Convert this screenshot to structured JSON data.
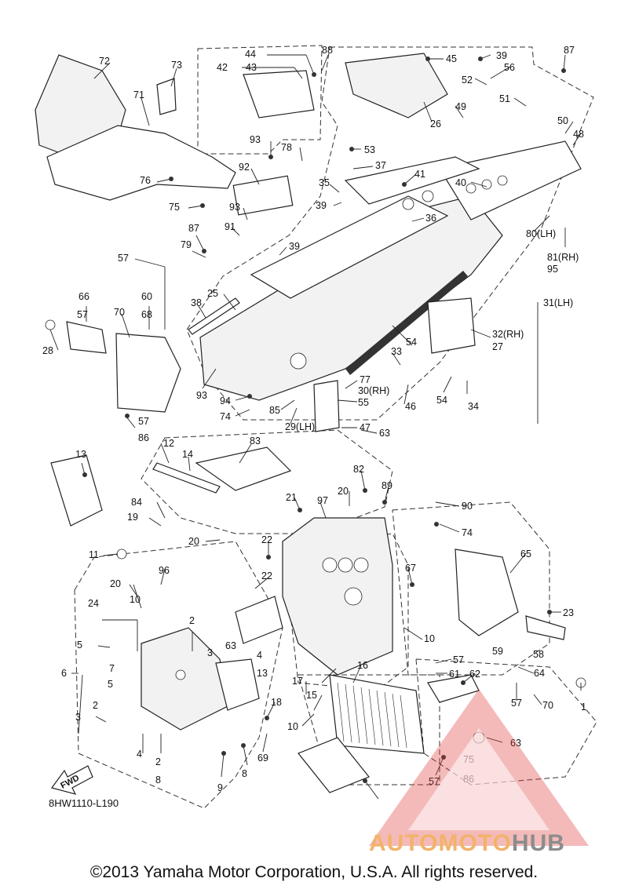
{
  "diagram": {
    "code": "8HW1110-L190",
    "copyright": "©2013 Yamaha Motor Corporation, U.S.A. All rights reserved.",
    "fwd_label": "FWD",
    "watermark": {
      "part1": "AUTOMOTO",
      "part2": "HUB",
      "color1": "#f2b36a",
      "color2": "#8c8c8c"
    },
    "callouts": [
      "72",
      "73",
      "71",
      "76",
      "75",
      "44",
      "42",
      "43",
      "88",
      "87",
      "45",
      "39",
      "56",
      "52",
      "26",
      "49",
      "51",
      "50",
      "48",
      "93",
      "78",
      "92",
      "53",
      "37",
      "41",
      "35",
      "39",
      "40",
      "36",
      "93",
      "91",
      "87",
      "79",
      "39",
      "80(LH)",
      "81(RH)",
      "95",
      "57",
      "66",
      "60",
      "57",
      "68",
      "70",
      "28",
      "38",
      "25",
      "31(LH)",
      "32(RH)",
      "27",
      "54",
      "33",
      "34",
      "54",
      "77",
      "93",
      "94",
      "74",
      "85",
      "29(LH)",
      "30(RH)",
      "55",
      "46",
      "47",
      "63",
      "57",
      "86",
      "13",
      "12",
      "14",
      "83",
      "82",
      "89",
      "90",
      "74",
      "84",
      "19",
      "20",
      "21",
      "97",
      "11",
      "96",
      "20",
      "22",
      "22",
      "67",
      "65",
      "23",
      "10",
      "20",
      "24",
      "10",
      "5",
      "2",
      "3",
      "63",
      "57",
      "59",
      "58",
      "61",
      "62",
      "64",
      "57",
      "70",
      "1",
      "6",
      "5",
      "7",
      "2",
      "4",
      "13",
      "18",
      "17",
      "15",
      "16",
      "10",
      "3",
      "4",
      "2",
      "8",
      "9",
      "8",
      "69",
      "63",
      "75",
      "57",
      "86"
    ]
  }
}
